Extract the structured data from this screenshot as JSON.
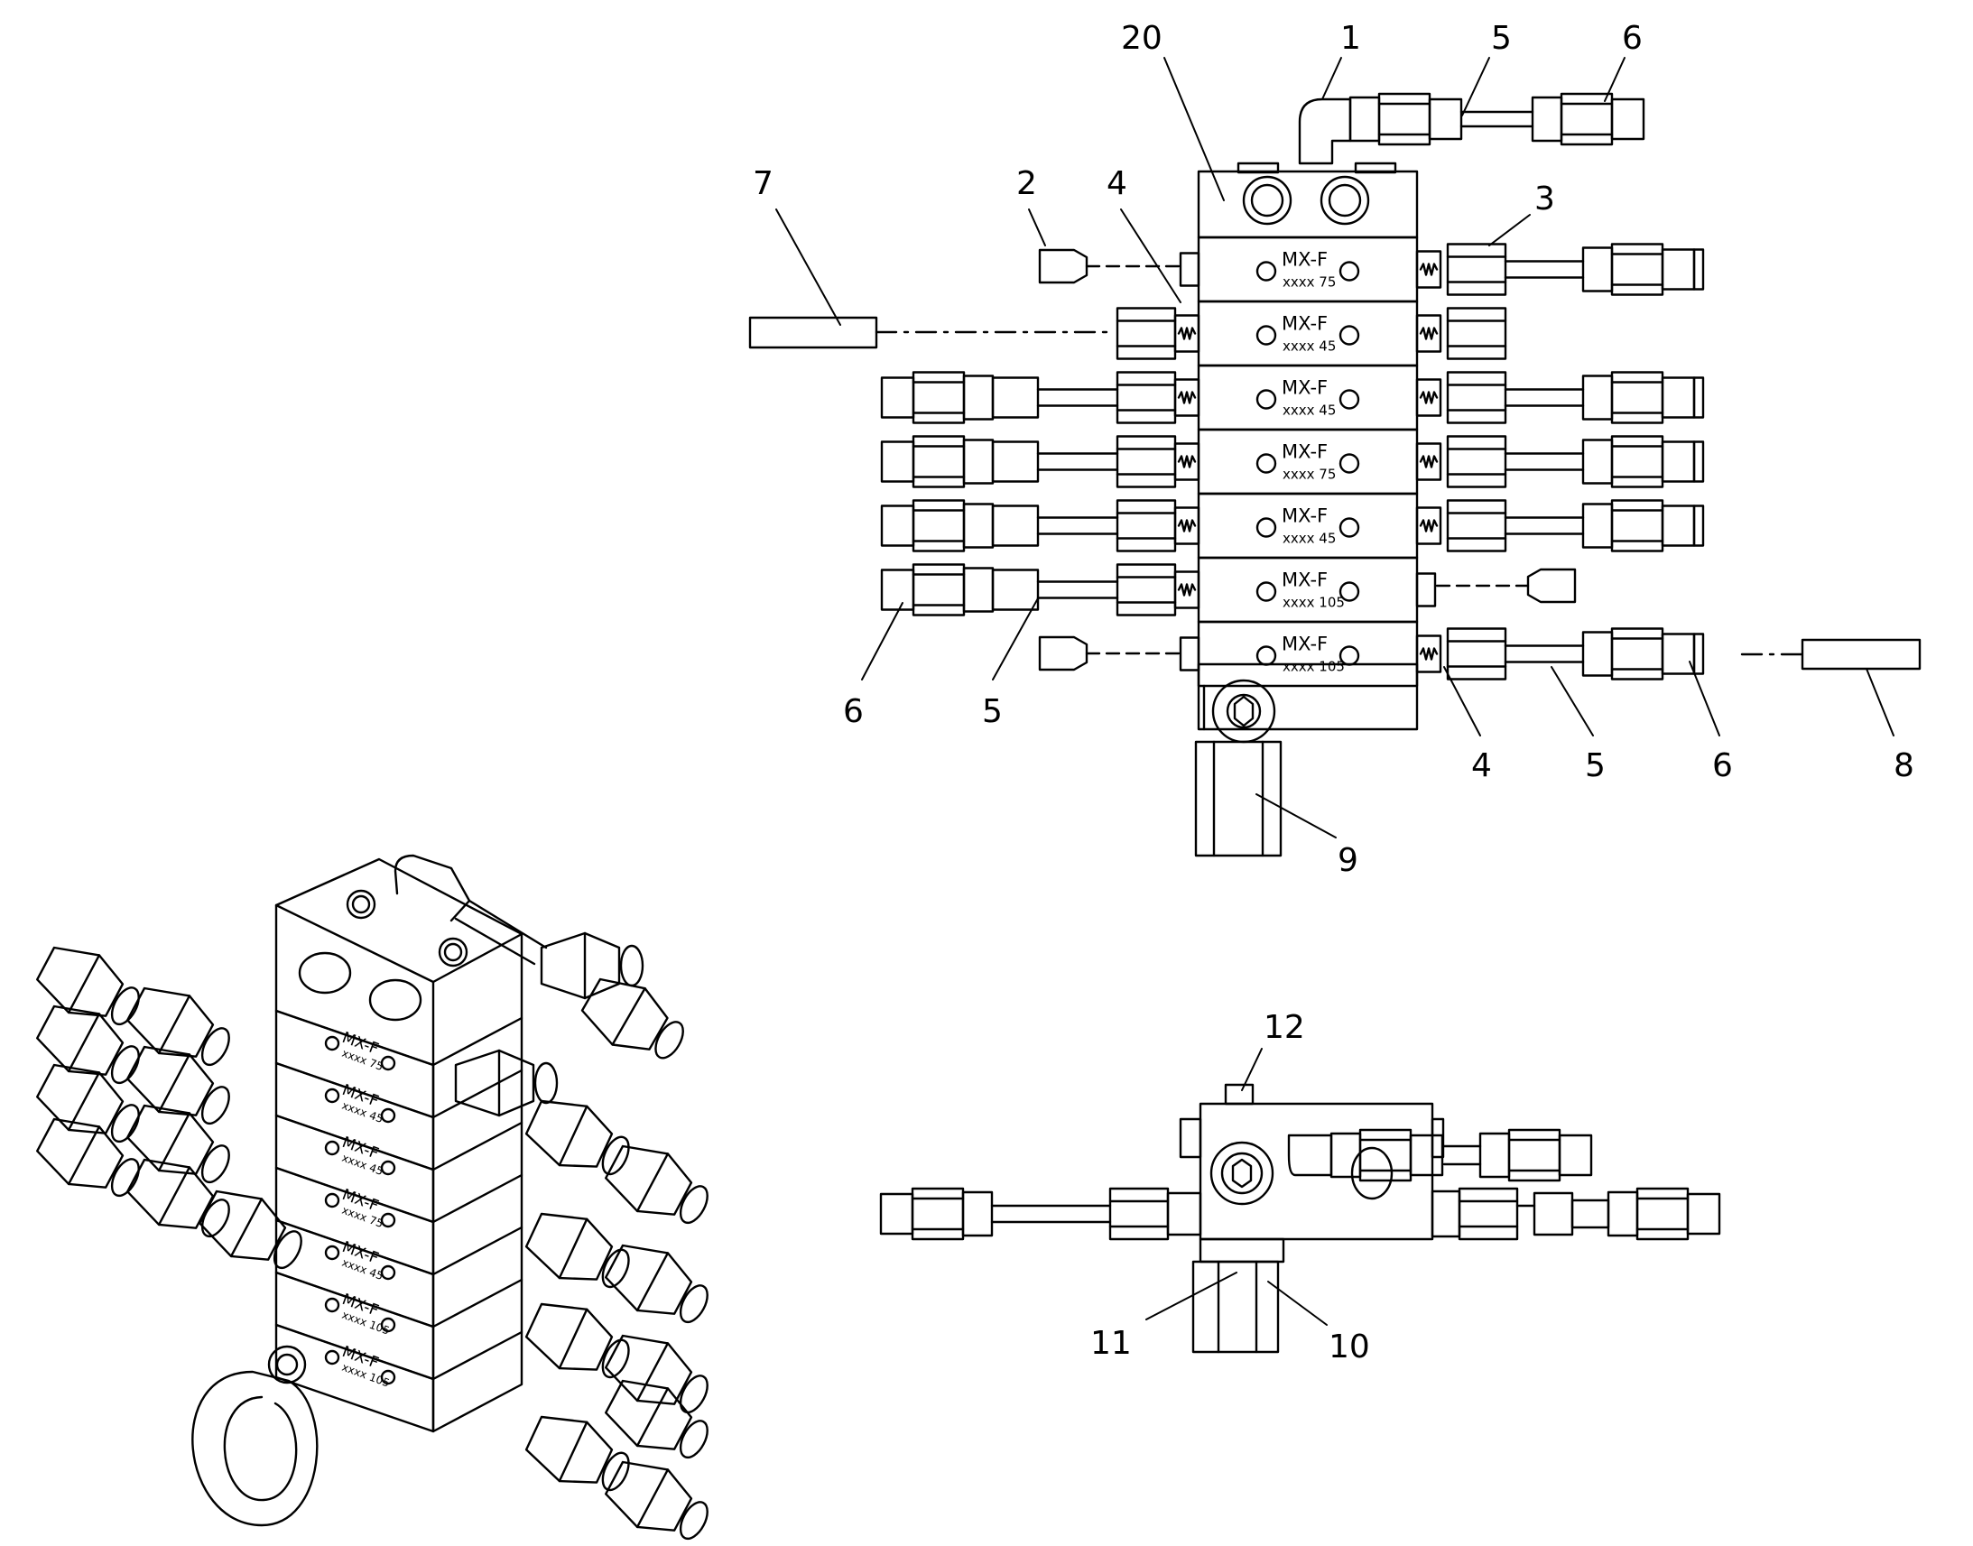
{
  "diagram": {
    "type": "exploded-parts-drawing",
    "line_color": "#000000",
    "background": "#ffffff"
  },
  "callouts": {
    "c1": "1",
    "c2": "2",
    "c3": "3",
    "c4a": "4",
    "c4b": "4",
    "c5a": "5",
    "c5b": "5",
    "c5c": "5",
    "c6a": "6",
    "c6b": "6",
    "c6c": "6",
    "c7": "7",
    "c8": "8",
    "c9": "9",
    "c10": "10",
    "c11": "11",
    "c12": "12",
    "c20": "20"
  },
  "front_blocks": [
    {
      "label": "MX-F",
      "sub": "xxxx 75"
    },
    {
      "label": "MX-F",
      "sub": "xxxx 45"
    },
    {
      "label": "MX-F",
      "sub": "xxxx 45"
    },
    {
      "label": "MX-F",
      "sub": "xxxx 75"
    },
    {
      "label": "MX-F",
      "sub": "xxxx 45"
    },
    {
      "label": "MX-F",
      "sub": "xxxx 105"
    },
    {
      "label": "MX-F",
      "sub": "xxxx 105"
    }
  ],
  "iso_blocks": [
    {
      "label": "MX-F",
      "sub": "xxxx 75"
    },
    {
      "label": "MX-F",
      "sub": "xxxx 45"
    },
    {
      "label": "MX-F",
      "sub": "xxxx 45"
    },
    {
      "label": "MX-F",
      "sub": "xxxx 75"
    },
    {
      "label": "MX-F",
      "sub": "xxxx 45"
    },
    {
      "label": "MX-F",
      "sub": "xxxx 105"
    },
    {
      "label": "MX-F",
      "sub": "xxxx 105"
    }
  ]
}
